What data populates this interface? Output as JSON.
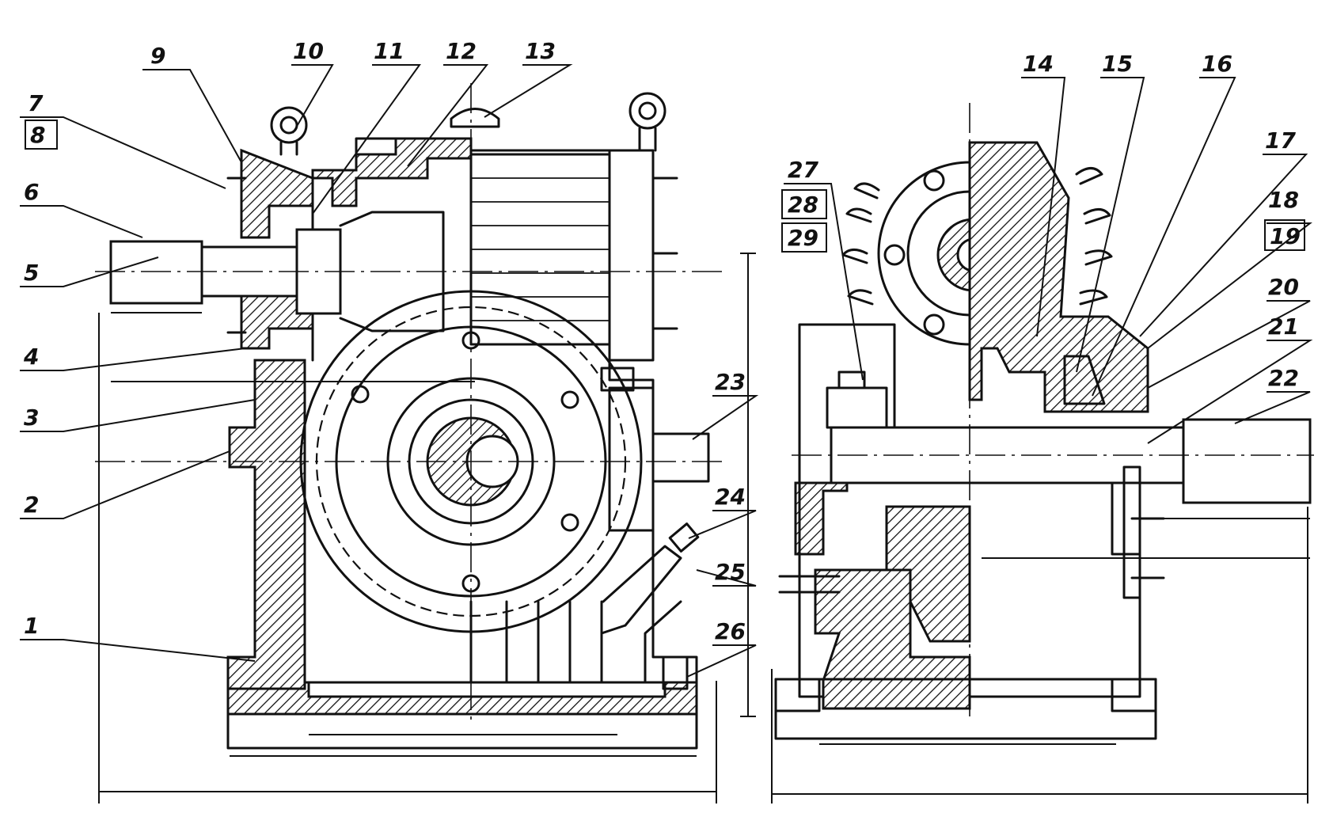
{
  "drawing": {
    "labels": [
      "1",
      "2",
      "3",
      "4",
      "5",
      "6",
      "7",
      "8",
      "9",
      "10",
      "11",
      "12",
      "13",
      "14",
      "15",
      "16",
      "17",
      "18",
      "19",
      "20",
      "21",
      "22",
      "23",
      "24",
      "25",
      "26",
      "27",
      "28",
      "29"
    ]
  }
}
